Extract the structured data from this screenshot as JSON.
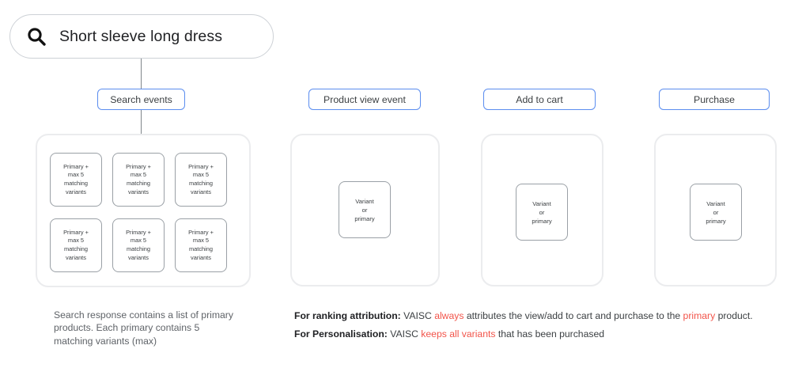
{
  "search": {
    "icon": "search-icon",
    "query": "Short sleeve long dress"
  },
  "stages": [
    {
      "id": "search-events",
      "label": "Search events"
    },
    {
      "id": "product-view-event",
      "label": "Product view event"
    },
    {
      "id": "add-to-cart",
      "label": "Add to cart"
    },
    {
      "id": "purchase",
      "label": "Purchase"
    }
  ],
  "search_panel": {
    "cards": [
      {
        "lines": [
          "Primary +",
          "max 5",
          "matching",
          "variants"
        ]
      },
      {
        "lines": [
          "Primary +",
          "max 5",
          "matching",
          "variants"
        ]
      },
      {
        "lines": [
          "Primary +",
          "max 5",
          "matching",
          "variants"
        ]
      },
      {
        "lines": [
          "Primary +",
          "max 5",
          "matching",
          "variants"
        ]
      },
      {
        "lines": [
          "Primary +",
          "max 5",
          "matching",
          "variants"
        ]
      },
      {
        "lines": [
          "Primary +",
          "max 5",
          "matching",
          "variants"
        ]
      }
    ],
    "caption": "Search response contains a list of primary products. Each primary contains 5 matching variants (max)"
  },
  "event_panels": [
    {
      "id": "product-view-event",
      "card_lines": [
        "Variant",
        "or",
        "primary"
      ]
    },
    {
      "id": "add-to-cart",
      "card_lines": [
        "Variant",
        "or",
        "primary"
      ]
    },
    {
      "id": "purchase",
      "card_lines": [
        "Variant",
        "or",
        "primary"
      ]
    }
  ],
  "notes": [
    {
      "id": "ranking-attribution",
      "bold": "For ranking attribution:",
      "parts": [
        {
          "text": " VAISC ",
          "highlight": false
        },
        {
          "text": "always",
          "highlight": true
        },
        {
          "text": " attributes the view/add to cart and purchase to the ",
          "highlight": false
        },
        {
          "text": "primary",
          "highlight": true
        },
        {
          "text": " product.",
          "highlight": false
        }
      ]
    },
    {
      "id": "personalisation",
      "bold": "For Personalisation:",
      "parts": [
        {
          "text": " VAISC ",
          "highlight": false
        },
        {
          "text": "keeps all variants",
          "highlight": true
        },
        {
          "text": " that has been purchased",
          "highlight": false
        }
      ]
    }
  ],
  "colors": {
    "chip_border": "#5b8def",
    "panel_border": "#ebecee",
    "card_border": "#9aa0a6",
    "highlight": "#f2544a",
    "connector": "#80868b"
  }
}
